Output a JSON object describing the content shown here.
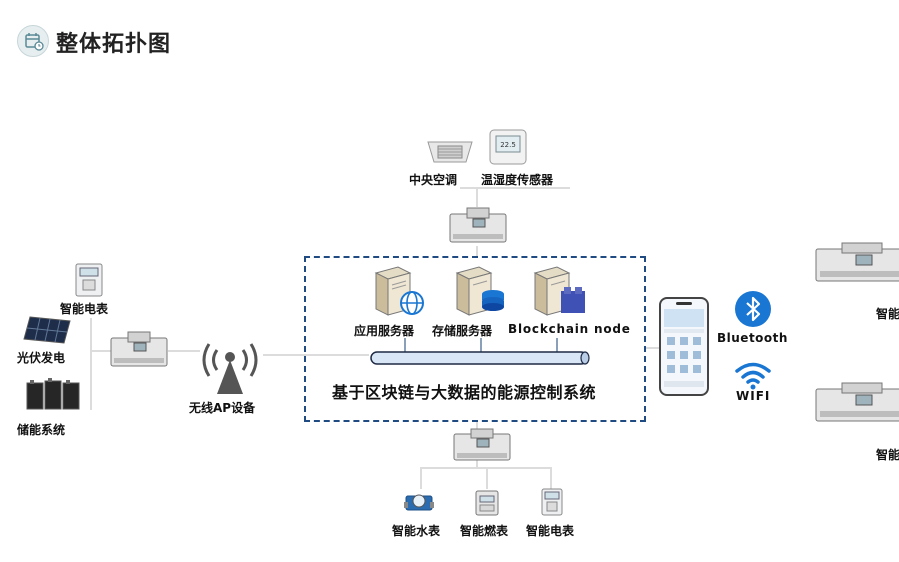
{
  "header": {
    "title": "整体拓扑图",
    "icon": "calendar-clock-icon"
  },
  "system": {
    "name": "基于区块链与大数据的能源控制系统"
  },
  "servers": {
    "app": "应用服务器",
    "storage": "存储服务器",
    "blockchain": "Blockchain node"
  },
  "top_devices": {
    "ac": "中央空调",
    "sensor": "温湿度传感器"
  },
  "left_devices": {
    "meter": "智能电表",
    "pv": "光伏发电",
    "storage": "储能系统"
  },
  "ap": {
    "label": "无线AP设备"
  },
  "bottom_devices": {
    "water": "智能水表",
    "gas": "智能燃表",
    "power": "智能电表"
  },
  "wireless": {
    "bluetooth": "Bluetooth",
    "wifi": "WIFI"
  },
  "right_devices": {
    "top": "智能",
    "bottom": "智能"
  },
  "colors": {
    "accent": "#1f4a82",
    "icon_blue": "#1976d2",
    "bus": "#d9e6f5"
  }
}
